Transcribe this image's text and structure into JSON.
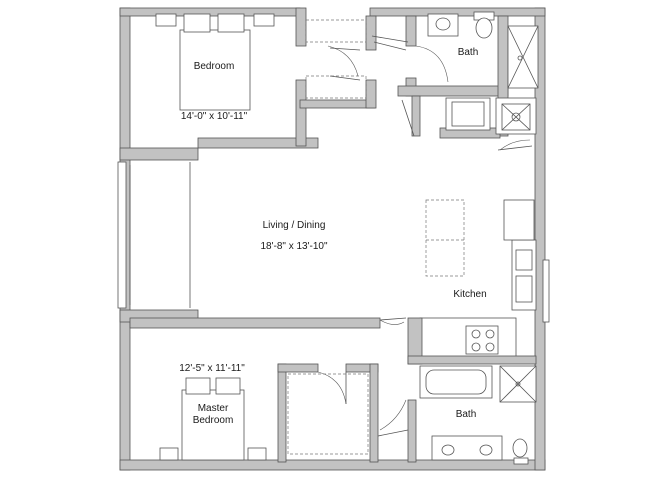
{
  "rooms": {
    "bedroom": {
      "name": "Bedroom",
      "dims": "14'-0\" x 10'-11\""
    },
    "bath_top": {
      "name": "Bath"
    },
    "living": {
      "name": "Living / Dining",
      "dims": "18'-8\" x 13'-10\""
    },
    "kitchen": {
      "name": "Kitchen"
    },
    "master": {
      "name_line1": "Master",
      "name_line2": "Bedroom",
      "dims": "12'-5\" x 11'-11\""
    },
    "bath_bottom": {
      "name": "Bath"
    }
  },
  "colors": {
    "wall_fill": "#c2c2c2",
    "line": "#555555",
    "background": "#ffffff"
  }
}
